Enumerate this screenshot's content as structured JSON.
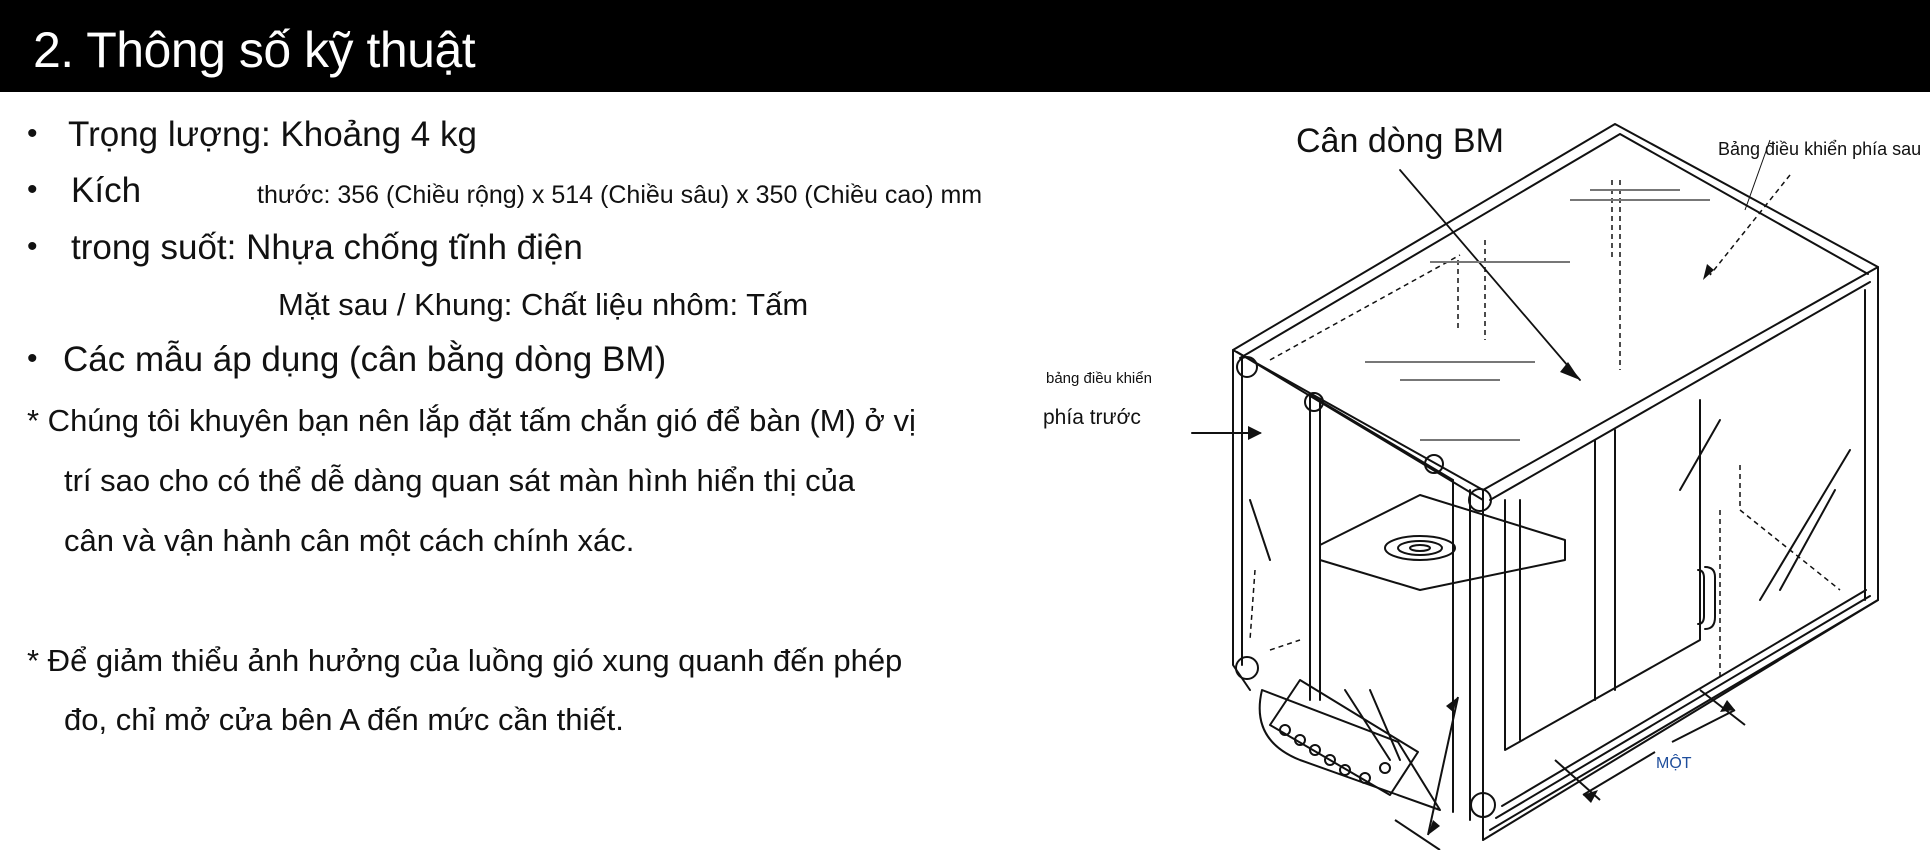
{
  "header": {
    "title": "2. Thông số kỹ thuật"
  },
  "specs": {
    "weight": "Trọng lượng: Khoảng 4 kg",
    "size_label": "Kích",
    "size_value": "thước: 356 (Chiều rộng) x 514 (Chiều sâu) x 350 (Chiều cao) mm",
    "material_transparent": "trong suốt: Nhựa chống tĩnh điện",
    "material_frame": "Mặt sau / Khung: Chất liệu nhôm: Tấm",
    "models": "Các mẫu áp dụng (cân bằng dòng BM)",
    "bullet": "•"
  },
  "notes": {
    "note1_line1": "* Chúng tôi khuyên bạn nên lắp đặt tấm chắn gió để bàn (M) ở vị",
    "note1_line2": "trí sao cho có thể dễ dàng quan sát màn hình hiển thị của",
    "note1_line3": "cân và vận hành cân một cách chính xác.",
    "note2_line1": "* Để giảm thiểu ảnh hưởng của luồng gió xung quanh đến phép",
    "note2_line2": "đo, chỉ mở cửa bên A đến mức cần thiết."
  },
  "figure": {
    "balance_label": "Cân dòng BM",
    "rear_panel_label": "Bảng điều khiển phía sau",
    "front_panel_label_line1": "bảng điều khiển",
    "front_panel_label_line2": "phía trước",
    "dimension_label": "MỘT",
    "dimension_label_color": "#1f4e9c"
  }
}
